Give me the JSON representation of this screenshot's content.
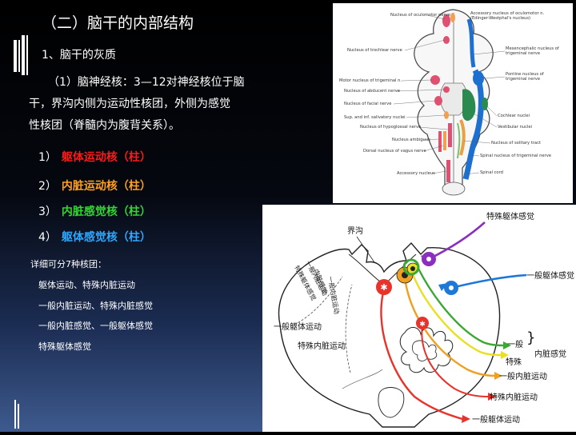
{
  "slide": {
    "title": "（二）脑干的内部结构",
    "subtitle": "1、脑干的灰质",
    "para_line1": "（1）脑神经核：3—12对神经核位于脑",
    "para_line2": "干，界沟内侧为运动性核团，外侧为感觉",
    "para_line3": "性核团（脊髓内为腹背关系）。",
    "items": [
      {
        "num": "1）",
        "label": "躯体运动核（柱）",
        "color": "#ff1a1a"
      },
      {
        "num": "2）",
        "label": "内脏运动核（柱）",
        "color": "#ffa020"
      },
      {
        "num": "3）",
        "label": "内脏感觉核（柱）",
        "color": "#33d633"
      },
      {
        "num": "4）",
        "label": "躯体感觉核（柱）",
        "color": "#2ea8ff"
      }
    ],
    "detail_heading": "详细可分7种核团：",
    "detail_lines": [
      "躯体运动、特殊内脏运动",
      "一般内脏运动、特殊内脏感觉",
      "一般内脏感觉、一般躯体感觉",
      "特殊躯体感觉"
    ]
  },
  "top_figure": {
    "left_labels": [
      "Nucleus of oculomotor nerve",
      "Nucleus of trochlear nerve",
      "Motor nucleus of trigeminal n.",
      "Nucleus of abducent nerve",
      "Nucleus of facial nerve",
      "Sup. and inf. salivatory nuclei",
      "Nucleus of hypoglossal nerve",
      "Nucleus ambiguus",
      "Dorsal nucleus of vagus nerve",
      "Accessory nucleus"
    ],
    "right_labels": [
      "Accessory nucleus of oculomotor n.",
      "(Edinger-Westphal's nucleus)",
      "Mesencephalic nucleus of",
      "trigeminal nerve",
      "Pontine nucleus of",
      "trigeminal nerve",
      "Cochlear nuclei",
      "Vestibular nuclei",
      "Nucleus of solitary tract",
      "Spinal nucleus of trigeminal nerve",
      "Spinal cord"
    ]
  },
  "bottom_figure": {
    "sulcus_label": "界沟",
    "left_label": "一般躯体运动",
    "left_label2": "特殊内脏运动",
    "vertical_labels": [
      "特殊躯体感觉",
      "一般内脏运动",
      "内脏感觉",
      "一般内脏运动"
    ],
    "label_special_somatic_sensory": "特殊躯体感觉",
    "label_general_somatic_sensory": "一般躯体感觉",
    "label_general": "一般",
    "label_special": "特殊",
    "label_visceral_sensory": "内脏感觉",
    "label_general_visceral_motor": "一般内脏运动",
    "label_special_visceral_motor": "特殊内脏运动",
    "label_general_somatic_motor": "一般躯体运动"
  },
  "colors": {
    "red": "#e8322a",
    "orange": "#f0a020",
    "yellow": "#e8e020",
    "green": "#3aa832",
    "blue": "#1e78d8",
    "purple": "#8a2fc0"
  }
}
